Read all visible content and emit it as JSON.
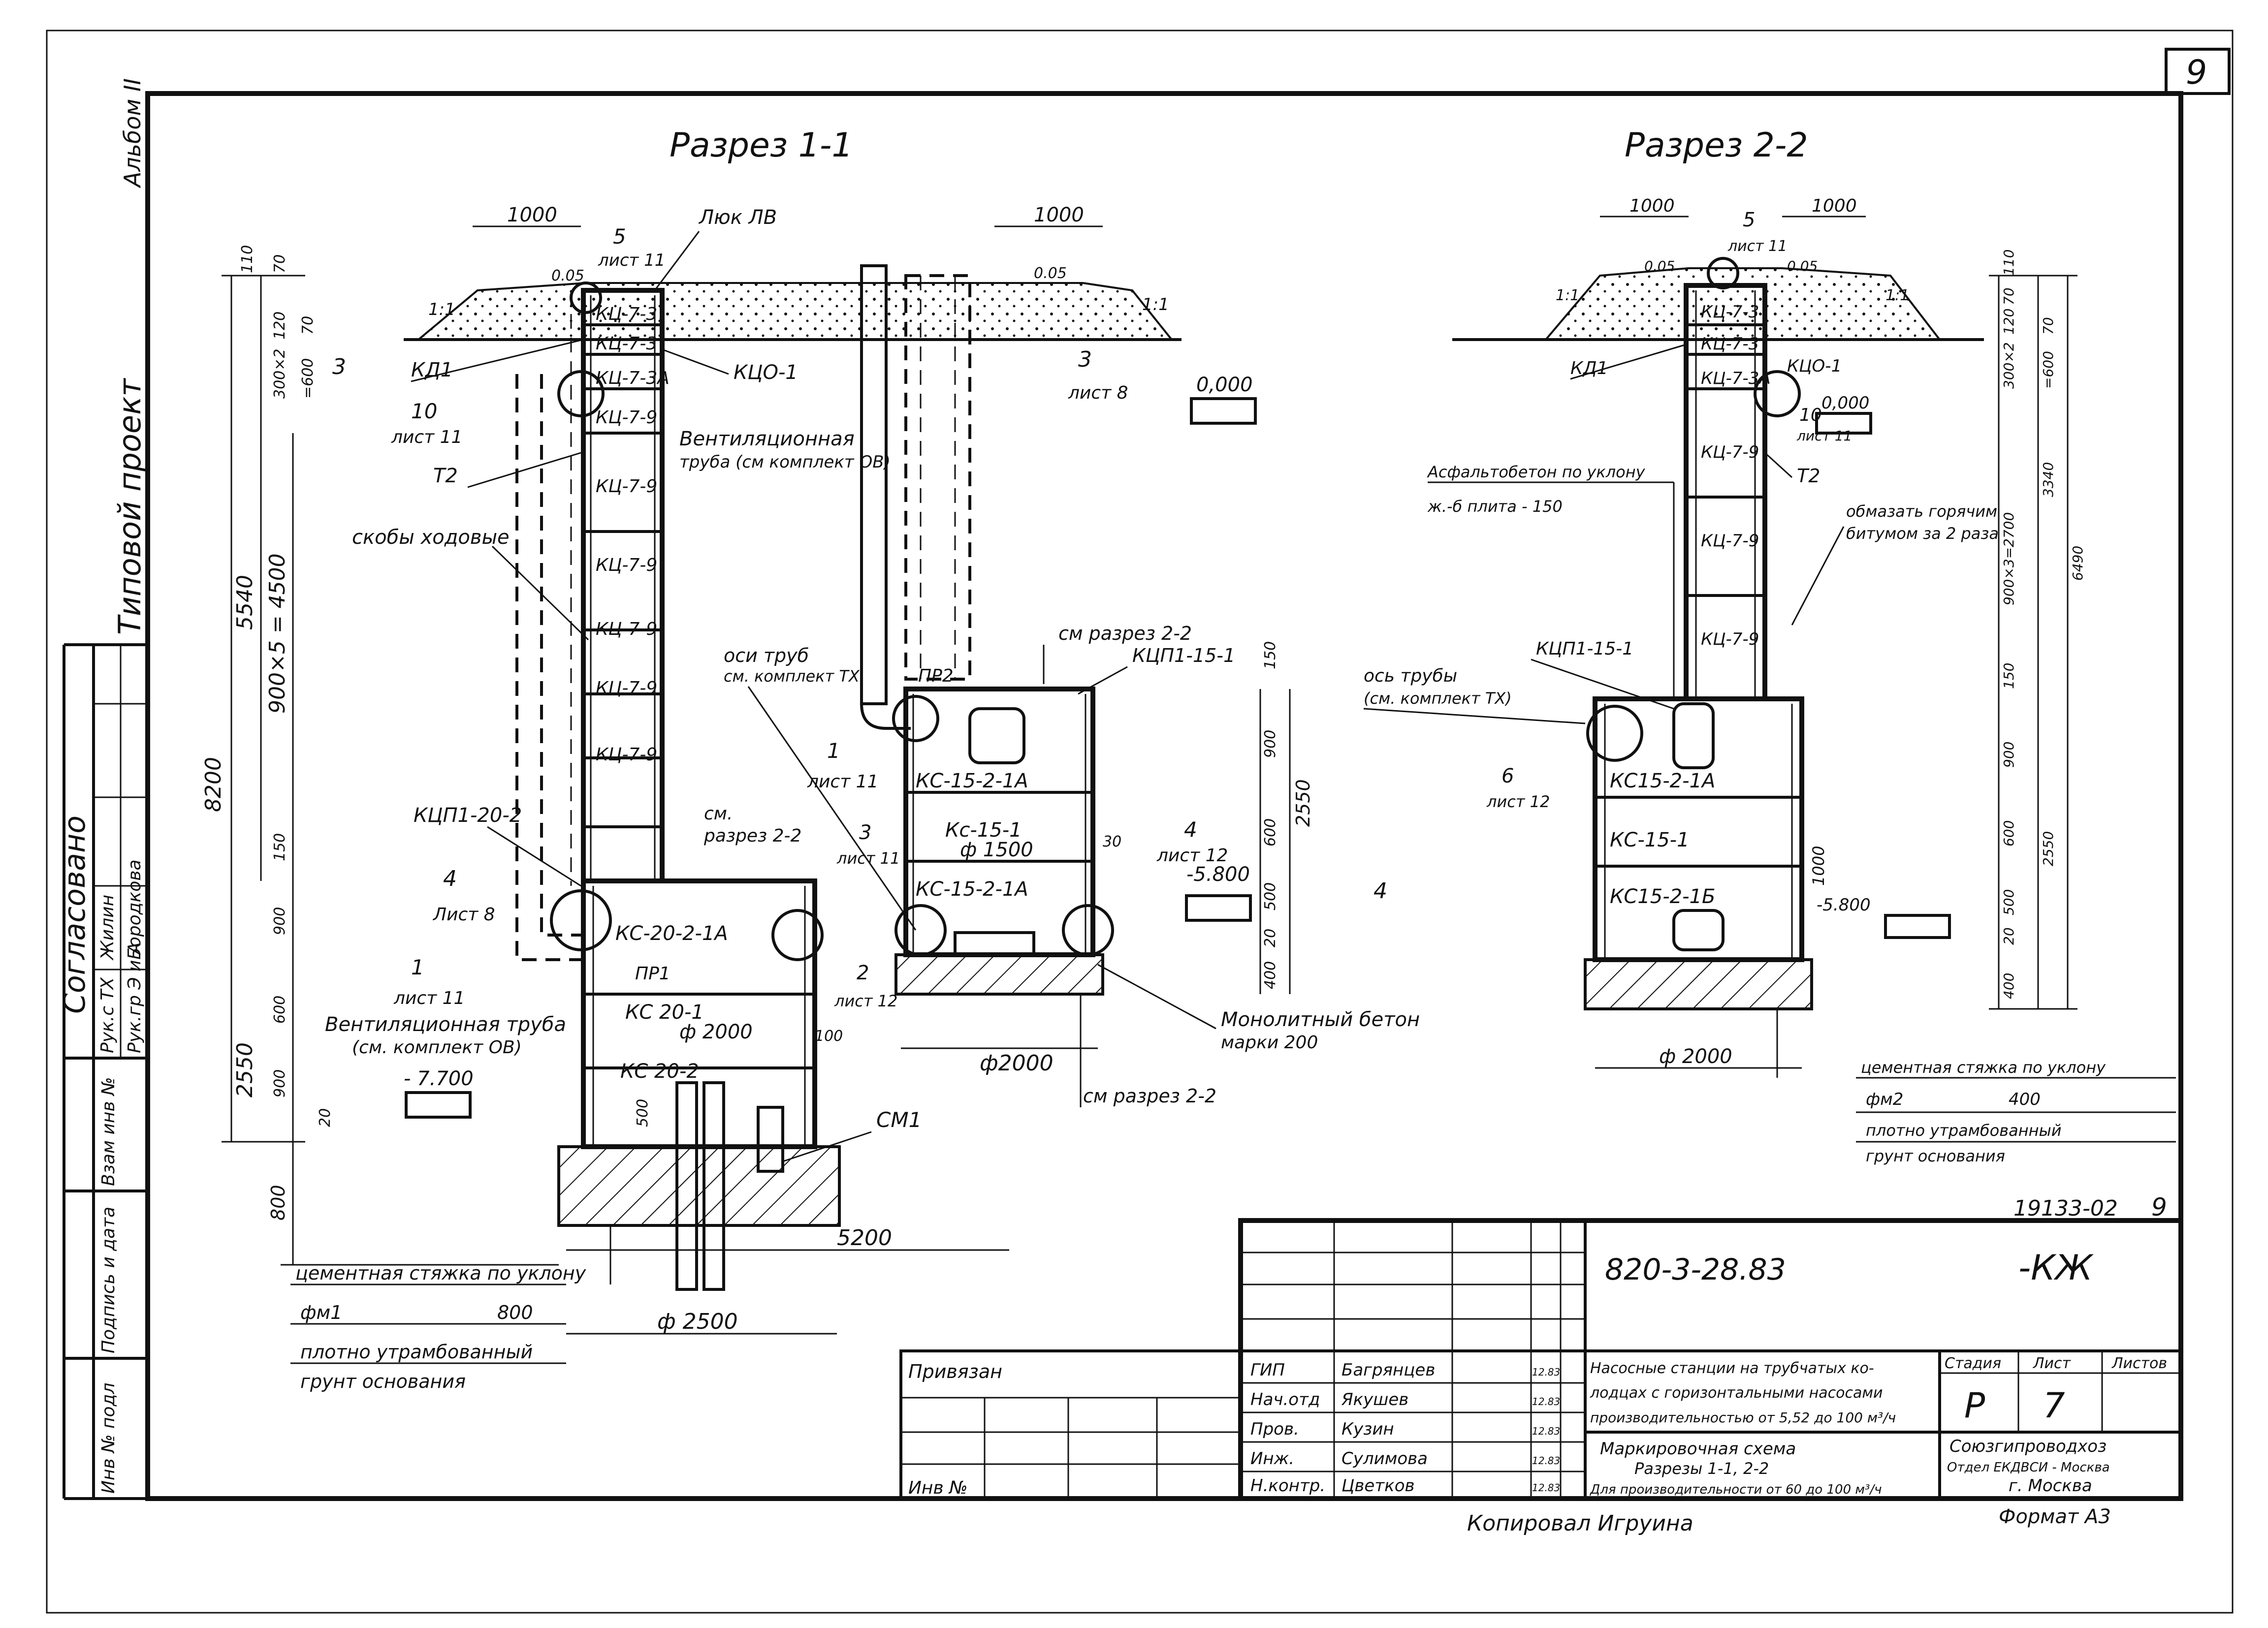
{
  "sheet": {
    "page_number": "9",
    "album_label": "Альбом II",
    "project_type": "Типовой проект",
    "code_stamp": "19133-02",
    "code_stamp_page": "9",
    "copied_by": "Копировал Игруина",
    "format": "Формат А3"
  },
  "left_column": {
    "agreed": "Согласовано",
    "rows": [
      {
        "role": "Рук.с ТХ",
        "name": "Жилин"
      },
      {
        "role": "Рук.гр Э и А",
        "name": "Бородкова"
      }
    ],
    "field_1": "Взам инв №",
    "field_2": "Подпись и дата",
    "field_3": "Инв № подл"
  },
  "section_1": {
    "title": "Разрез 1-1",
    "dims": {
      "d1000_left": "1000",
      "d1000_right": "1000",
      "d8200": "8200",
      "d5540": "5540",
      "d900x5": "900×5 = 4500",
      "d2550": "2550",
      "d800": "800",
      "d5200": "5200",
      "phi2500": "ф 2500",
      "phi2000": "ф2000",
      "d110": "110",
      "d70": "70",
      "d120": "120",
      "d70b": "70",
      "d300x2": "300×2",
      "d600": "=600",
      "d150": "150",
      "d900": "900",
      "d600b": "600",
      "d900b": "900",
      "d20": "20",
      "d0_05_l": "0.05",
      "d0_05_r": "0.05",
      "d100": "100",
      "d30": "30",
      "d500": "500"
    },
    "ring_labels": [
      "КЦ-7-3",
      "КЦ-7-3",
      "КЦ-7-3А",
      "КЦ-7-9",
      "КЦ-7-9",
      "КЦ-7-9",
      "КЦ-7-9",
      "КЦ-7-9",
      "КЦ-7-9"
    ],
    "lower_labels": [
      "КС-20-2-1А",
      "КС 20-1",
      "ф 2000",
      "КС 20-2"
    ],
    "right_shaft_labels": [
      "КС-15-2-1А",
      "Кс-15-1",
      "ф 1500",
      "КС-15-2-1А"
    ],
    "right_shaft_dims": [
      "150",
      "900",
      "600",
      "500",
      "20",
      "400",
      "2550"
    ],
    "callouts": {
      "hatch_lv": "Люк ЛВ",
      "n5": "5",
      "list11_top": "лист 11",
      "kd1": "КД1",
      "kco1": "КЦО-1",
      "n3": "3",
      "list8_3": "лист 8",
      "n10": "10",
      "list11_10": "лист 11",
      "t2": "Т2",
      "vent_top": "Вентиляционная",
      "vent_top2": "труба (см комплект ОВ)",
      "brackets": "скобы ходовые",
      "axis_pipes": "оси труб",
      "axis_pipes2": "см. комплект ТХ",
      "pr2": "ПР2",
      "see_22_top": "см разрез 2-2",
      "kcp_15": "КЦП1-15-1",
      "n1_r": "1",
      "list11_r": "лист 11",
      "kcp_20": "КЦП1-20-2",
      "see_22_mid": "см.",
      "see_22_mid2": "разрез 2-2",
      "n3b": "3",
      "list11_b": "лист 11",
      "n4_left": "4",
      "list8_4": "Лист 8",
      "n4_right": "4",
      "list12_4": "лист 12",
      "pr1": "ПР1",
      "n1_l": "1",
      "list11_l": "лист 11",
      "n2": "2",
      "list12_2": "лист 12",
      "vent_bot": "Вентиляционная труба",
      "vent_bot2": "(см. комплект ОВ)",
      "monolith": "Монолитный бетон",
      "monolith2": "марки 200",
      "see_22_bot": "см разрез 2-2",
      "cm1": "СМ1",
      "f11": "1:1",
      "f11b": "1:1",
      "n4_cut": "4",
      "n3_cut": "3",
      "lvl_000": "0,000",
      "lvl_5800": "-5.800",
      "lvl_7700": "- 7.700"
    },
    "legend": {
      "line1": "цементная стяжка по уклону",
      "fm_label": "фм1",
      "fm_value": "800",
      "line3": "плотно утрамбованный",
      "line4": "грунт основания"
    }
  },
  "section_2": {
    "title": "Разрез 2-2",
    "ring_labels": [
      "КЦ-7-3",
      "КЦ-7-3",
      "КЦ-7-3А",
      "КЦ-7-9",
      "КЦ-7-9",
      "КЦ-7-9"
    ],
    "lower_labels": [
      "КС15-2-1А",
      "КС-15-1",
      "КС15-2-1Б"
    ],
    "callouts": {
      "d1000_l": "1000",
      "d1000_r": "1000",
      "n5": "5",
      "list11": "лист 11",
      "f11_l": "1:1",
      "f11_r": "1:1",
      "d005_l": "0.05",
      "d005_r": "0.05",
      "kd1": "КД1",
      "kco1": "КЦО-1",
      "lvl_000": "0,000",
      "n10": "10",
      "list11_10": "лист 11",
      "t2": "Т2",
      "asphalt": "Асфальтобетон по уклону",
      "slab": "ж.-б плита - 150",
      "coat": "обмазать горячим",
      "coat2": "битумом за 2 раза",
      "kcp": "КЦП1-15-1",
      "axis": "ось трубы",
      "axis2": "(см. комплект ТХ)",
      "n6": "6",
      "list12": "лист 12",
      "phi2000": "ф 2000",
      "lvl_5800": "-5.800",
      "d1000": "1000"
    },
    "dims_right": [
      "110",
      "70",
      "120",
      "70",
      "300×2",
      "=600",
      "900×3=2700",
      "3340",
      "6490",
      "150",
      "900",
      "600",
      "500",
      "2550",
      "20",
      "400"
    ],
    "legend": {
      "line1": "цементная стяжка по уклону",
      "fm_label": "фм2",
      "fm_value": "400",
      "line3": "плотно утрамбованный",
      "line4": "грунт основания"
    }
  },
  "title_block": {
    "designation": "820-3-28.83",
    "mark": "-КЖ",
    "tied": "Привязан",
    "inv": "Инв №",
    "staff": [
      {
        "role": "ГИП",
        "name": "Багрянцев",
        "date": "12.83"
      },
      {
        "role": "Нач.отд",
        "name": "Якушев",
        "date": "12.83"
      },
      {
        "role": "Пров.",
        "name": "Кузин",
        "date": "12.83"
      },
      {
        "role": "Инж.",
        "name": "Сулимова",
        "date": "12.83"
      },
      {
        "role": "Н.контр.",
        "name": "Цветков",
        "date": "12.83"
      }
    ],
    "description_1": "Насосные станции на трубчатых ко-",
    "description_2": "лодцах с горизонтальными насосами",
    "description_3": "производительностью от 5,52 до 100 м³/ч",
    "sheet_title_1": "Маркировочная схема",
    "sheet_title_2": "Разрезы 1-1, 2-2",
    "sheet_title_3": "Для производительности от 60 до 100 м³/ч",
    "stage_hdr": "Стадия",
    "sheet_hdr": "Лист",
    "sheets_hdr": "Листов",
    "stage": "Р",
    "sheet": "7",
    "org_1": "Союзгипроводхоз",
    "org_2": "Отдел ЕКДВСИ - Москва",
    "org_3": "г. Москва"
  }
}
